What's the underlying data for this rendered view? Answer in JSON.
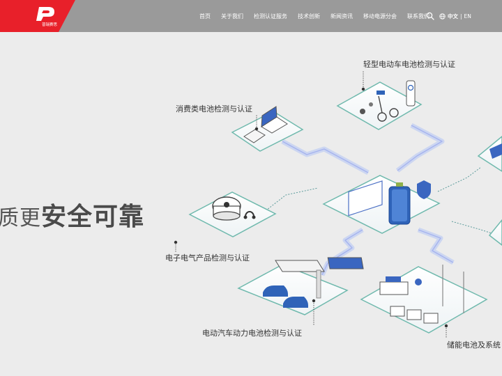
{
  "brand": {
    "logo_text": "普瑞赛思",
    "accent": "#e8202a"
  },
  "nav": {
    "items": [
      "首页",
      "关于我们",
      "检测认证服务",
      "技术创新",
      "新闻资讯",
      "移动电源分会",
      "联系我们"
    ]
  },
  "lang": {
    "current": "中文",
    "separator": "|",
    "other": "EN"
  },
  "hero": {
    "headline_pre": "质更",
    "headline_main": "安全可靠",
    "labels": {
      "light_ev": "轻型电动车电池检测与认证",
      "consumer": "消费类电池检测与认证",
      "electronic": "电子电气产品检测与认证",
      "ev_power": "电动汽车动力电池检测与认证",
      "storage": "储能电池及系统"
    }
  }
}
